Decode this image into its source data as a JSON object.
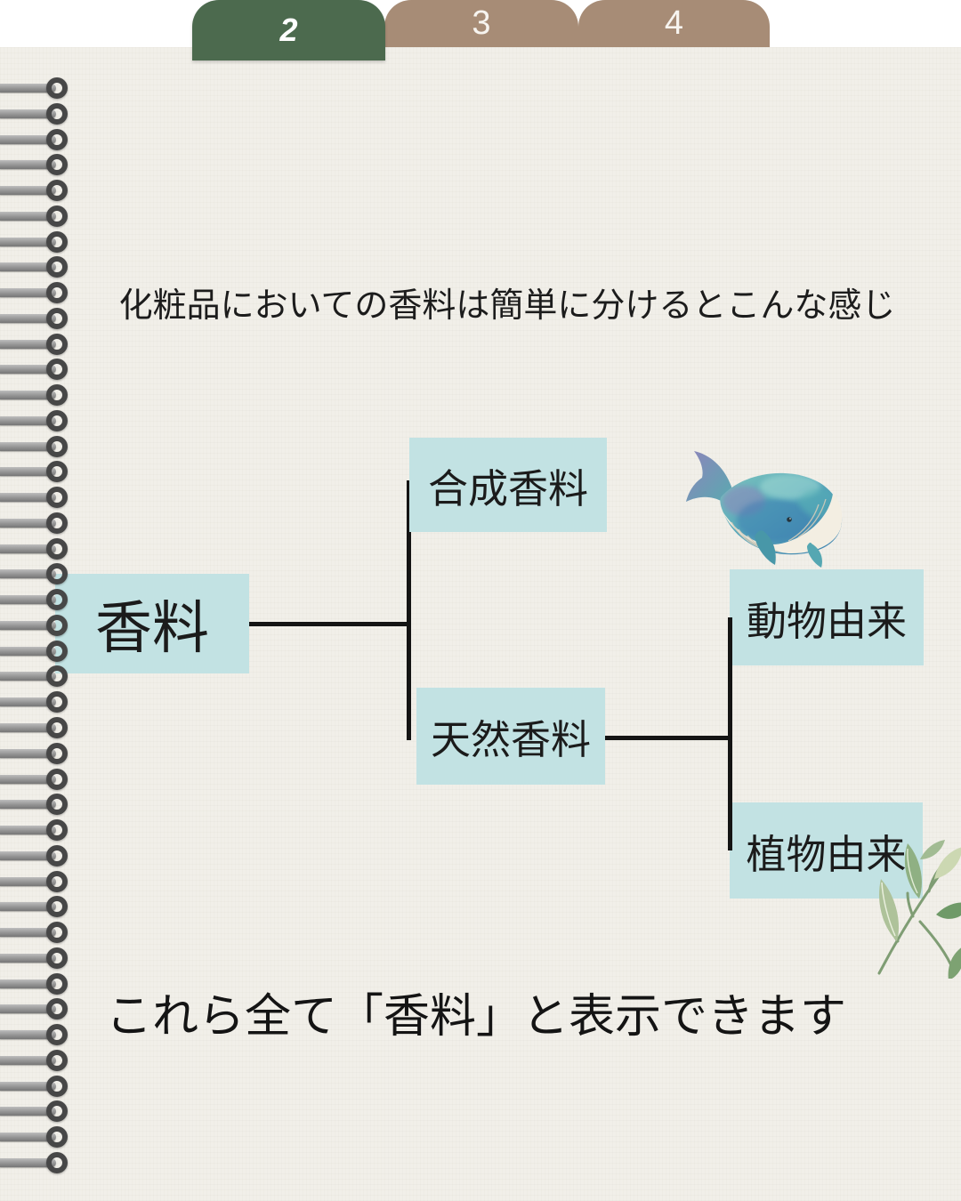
{
  "tabs": [
    {
      "label": "2",
      "state": "active"
    },
    {
      "label": "3",
      "state": "inactive"
    },
    {
      "label": "4",
      "state": "inactive"
    }
  ],
  "title": "化粧品においての香料は簡単に分けるとこんな感じ",
  "diagram": {
    "nodes": {
      "root": {
        "label": "香料"
      },
      "synthetic": {
        "label": "合成香料"
      },
      "natural": {
        "label": "天然香料"
      },
      "animal": {
        "label": "動物由来"
      },
      "plant": {
        "label": "植物由来"
      }
    },
    "hierarchy": {
      "香料": [
        "合成香料",
        "天然香料"
      ],
      "天然香料": [
        "動物由来",
        "植物由来"
      ]
    }
  },
  "footer": "これら全て「香料」と表示できます",
  "colors": {
    "active_tab": "#4c6a4e",
    "inactive_tab": "#a78c76",
    "node_box": "#c2e2e3",
    "paper": "#f1efe9",
    "connector": "#141414"
  },
  "illustrations": {
    "whale": "watercolor-whale",
    "leaves": "watercolor-leaf-branch",
    "binding": "spiral-notebook-rings"
  }
}
